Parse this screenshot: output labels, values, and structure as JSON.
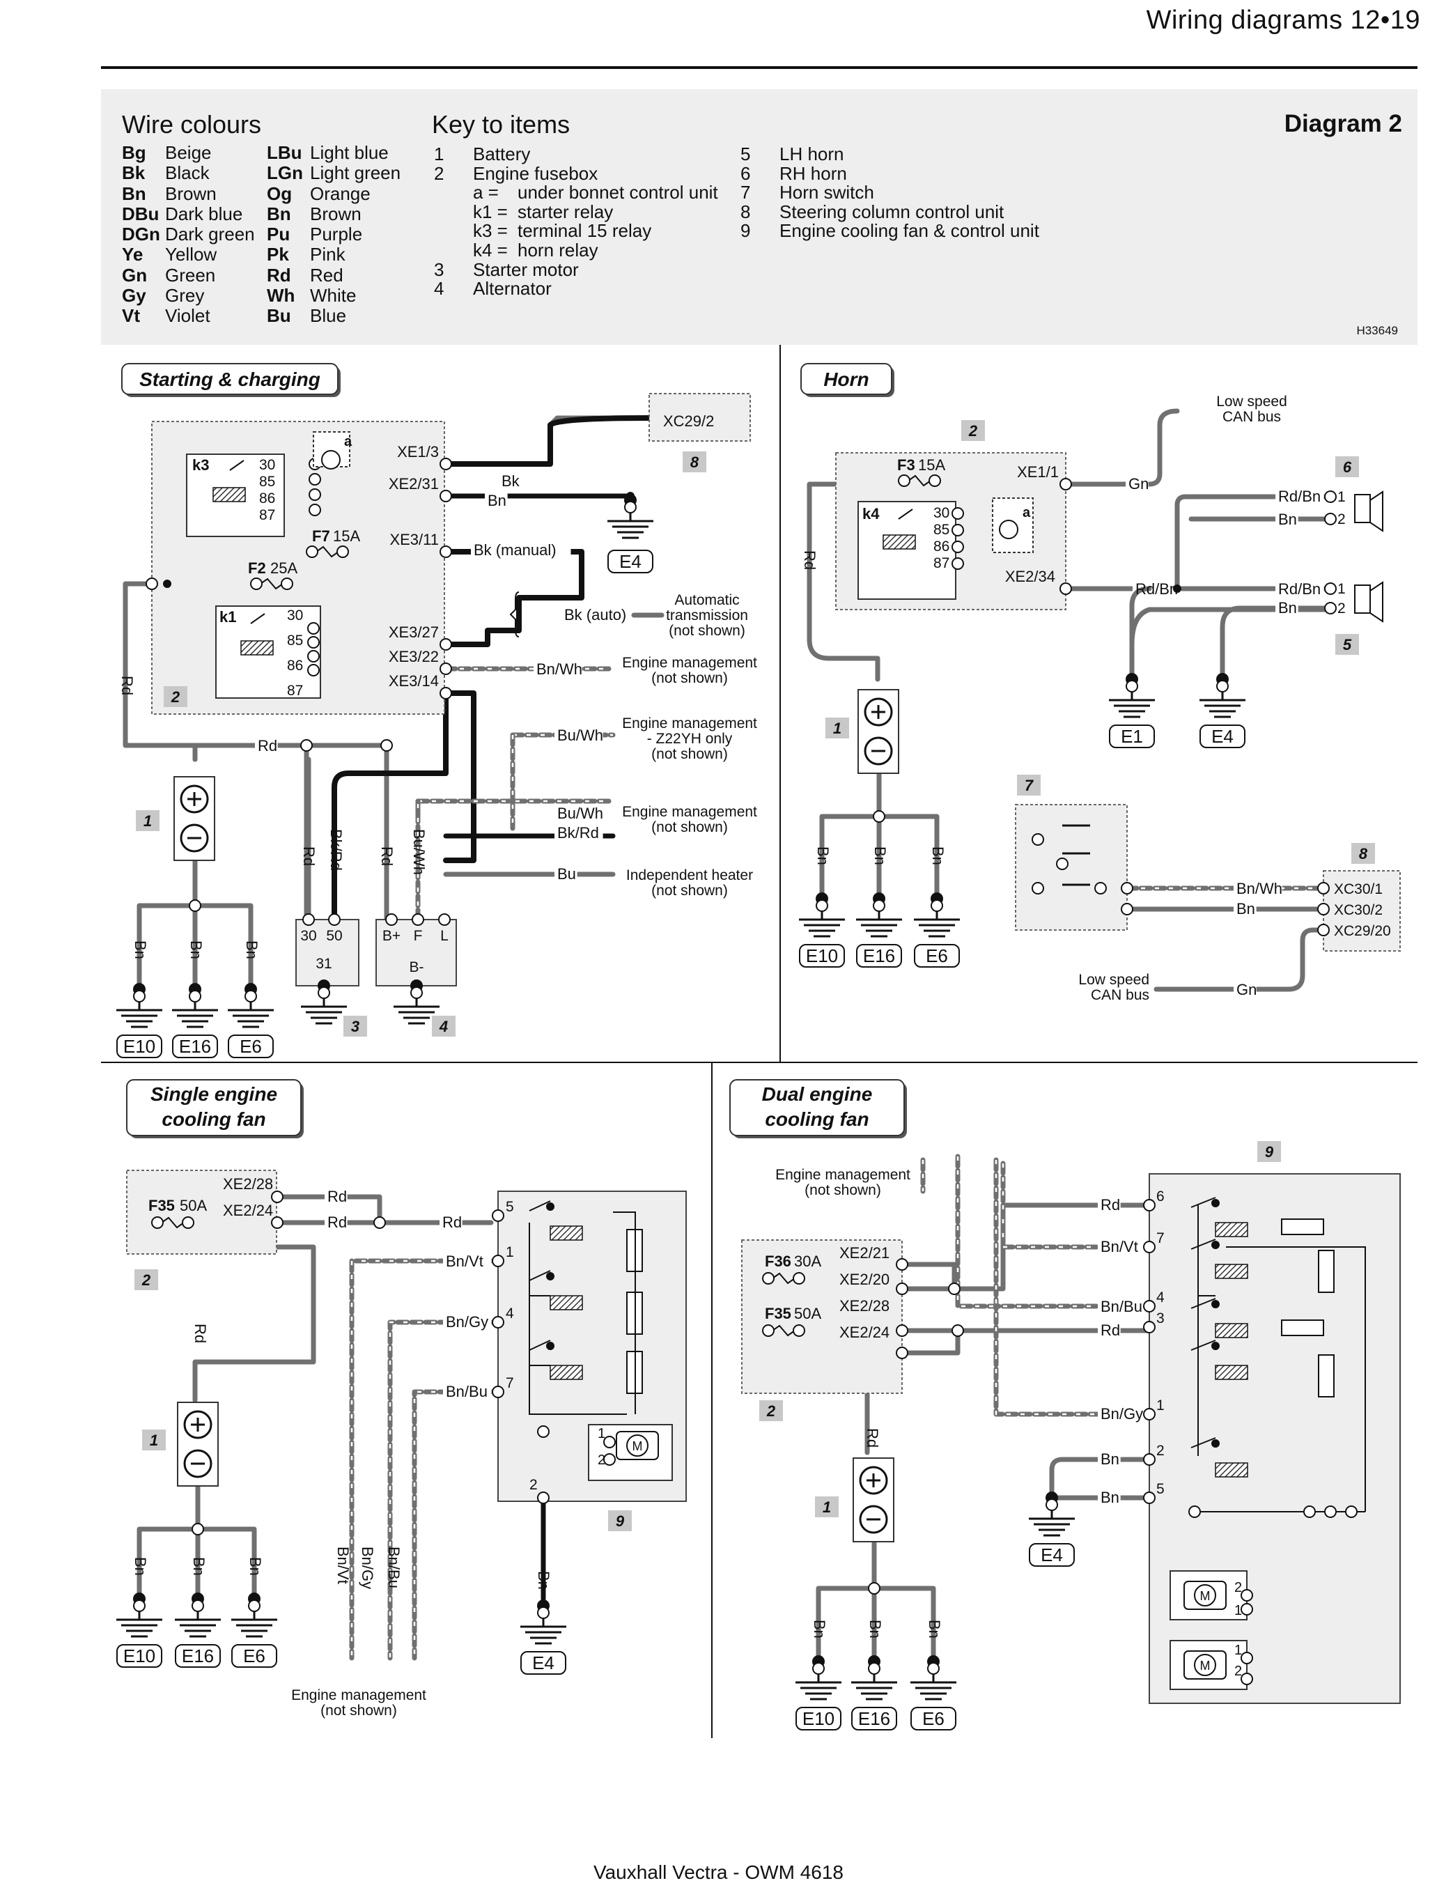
{
  "header": {
    "title": "Wiring diagrams  12•19"
  },
  "key_box": {
    "wire_colours_heading": "Wire colours",
    "key_heading": "Key to items",
    "diagram_label": "Diagram 2",
    "ref_code": "H33649",
    "wire_colours_col1": [
      {
        "code": "Bg",
        "name": "Beige"
      },
      {
        "code": "Bk",
        "name": "Black"
      },
      {
        "code": "Bn",
        "name": "Brown"
      },
      {
        "code": "DBu",
        "name": "Dark blue"
      },
      {
        "code": "DGn",
        "name": "Dark green"
      },
      {
        "code": "Ye",
        "name": "Yellow"
      },
      {
        "code": "Gn",
        "name": "Green"
      },
      {
        "code": "Gy",
        "name": "Grey"
      },
      {
        "code": "Vt",
        "name": "Violet"
      }
    ],
    "wire_colours_col2": [
      {
        "code": "LBu",
        "name": "Light blue"
      },
      {
        "code": "LGn",
        "name": "Light green"
      },
      {
        "code": "Og",
        "name": "Orange"
      },
      {
        "code": "Bn",
        "name": "Brown"
      },
      {
        "code": "Pu",
        "name": "Purple"
      },
      {
        "code": "Pk",
        "name": "Pink"
      },
      {
        "code": "Rd",
        "name": "Red"
      },
      {
        "code": "Wh",
        "name": "White"
      },
      {
        "code": "Bu",
        "name": "Blue"
      }
    ],
    "items_col1": [
      {
        "n": "1",
        "sub": "",
        "text": "Battery"
      },
      {
        "n": "2",
        "sub": "",
        "text": "Engine fusebox"
      },
      {
        "n": "",
        "sub": "a  =",
        "text": "under bonnet control unit"
      },
      {
        "n": "",
        "sub": "k1 =",
        "text": "starter relay"
      },
      {
        "n": "",
        "sub": "k3 =",
        "text": "terminal 15 relay"
      },
      {
        "n": "",
        "sub": "k4 =",
        "text": "horn relay"
      },
      {
        "n": "3",
        "sub": "",
        "text": "Starter motor"
      },
      {
        "n": "4",
        "sub": "",
        "text": "Alternator"
      }
    ],
    "items_col2": [
      {
        "n": "5",
        "text": "LH horn"
      },
      {
        "n": "6",
        "text": "RH horn"
      },
      {
        "n": "7",
        "text": "Horn switch"
      },
      {
        "n": "8",
        "text": "Steering column control unit"
      },
      {
        "n": "9",
        "text": "Engine cooling fan & control unit"
      }
    ]
  },
  "panels": {
    "starting": {
      "title": "Starting & charging",
      "relay_k3": "k3",
      "relay_k1": "k1",
      "pins_k3": [
        "30",
        "85",
        "86",
        "87"
      ],
      "pins_k1": [
        "30",
        "85",
        "86",
        "87"
      ],
      "unit_a": "a",
      "fuse_f7": "F7",
      "fuse_f7_rating": "15A",
      "fuse_f2": "F2",
      "fuse_f2_rating": "25A",
      "connectors": [
        "XE1/3",
        "XE2/31",
        "XE3/11",
        "XE3/27",
        "XE3/22",
        "XE3/14"
      ],
      "xc": "XC29/2",
      "wire_bk": "Bk",
      "wire_bn": "Bn",
      "wire_bk_manual": "Bk (manual)",
      "wire_bk_auto": "Bk (auto)",
      "wire_bnwh": "Bn/Wh",
      "wire_buwh": "Bu/Wh",
      "wire_buwh2": "Bu/Wh",
      "wire_bkrd": "Bk/Rd",
      "wire_bu": "Bu",
      "wire_rd": "Rd",
      "note_auto": [
        "Automatic",
        "transmission",
        "(not shown)"
      ],
      "note_em1": [
        "Engine management",
        "(not shown)"
      ],
      "note_em2": [
        "Engine management",
        "- Z22YH only",
        "(not shown)"
      ],
      "note_em3": [
        "Engine management",
        "(not shown)"
      ],
      "note_heater": [
        "Independent heater",
        "(not shown)"
      ],
      "vert_labels": [
        "Rd",
        "Rd",
        "Bk/Rd",
        "Rd",
        "Bu/Wh",
        "Bn",
        "Bn",
        "Bn"
      ],
      "starter_terms": [
        "30",
        "50",
        "31"
      ],
      "alt_terms": [
        "B+",
        "F",
        "L",
        "B-"
      ],
      "grounds": [
        "E10",
        "E16",
        "E6",
        "E4"
      ],
      "item_labels": [
        "2",
        "1",
        "3",
        "4",
        "8"
      ]
    },
    "horn": {
      "title": "Horn",
      "relay_k4": "k4",
      "pins_k4": [
        "30",
        "85",
        "86",
        "87"
      ],
      "fuse_f3": "F3",
      "fuse_f3_rating": "15A",
      "connectors": [
        "XE1/1",
        "XE2/34"
      ],
      "wire_gn": "Gn",
      "wire_rdbn": "Rd/Bn",
      "wire_bn": "Bn",
      "wire_bnwh": "Bn/Wh",
      "can1": [
        "Low speed",
        "CAN bus"
      ],
      "can2": [
        "Low speed",
        "CAN bus"
      ],
      "xc": [
        "XC30/1",
        "XC30/2",
        "XC29/20"
      ],
      "horn_pins": [
        "1",
        "2"
      ],
      "vert_labels": [
        "Rd",
        "Bn",
        "Bn",
        "Bn"
      ],
      "grounds": [
        "E1",
        "E4",
        "E10",
        "E16",
        "E6"
      ],
      "item_labels": [
        "2",
        "6",
        "5",
        "1",
        "7",
        "8"
      ]
    },
    "single_fan": {
      "title": [
        "Single engine",
        "cooling fan"
      ],
      "fuse": "F35",
      "fuse_rating": "50A",
      "connectors": [
        "XE2/28",
        "XE2/24"
      ],
      "wires": [
        "Rd",
        "Rd",
        "Rd",
        "Bn/Vt",
        "Bn/Gy",
        "Bn/Bu"
      ],
      "pins": [
        "5",
        "1",
        "4",
        "7",
        "2",
        "1",
        "2"
      ],
      "vert_labels": [
        "Rd",
        "Bn",
        "Bn",
        "Bn",
        "Bn/Vt",
        "Bn/Gy",
        "Bn/Bu",
        "Bn"
      ],
      "note_em": [
        "Engine management",
        "(not shown)"
      ],
      "motor": "M",
      "grounds": [
        "E10",
        "E16",
        "E6",
        "E4"
      ],
      "item_labels": [
        "2",
        "1",
        "9"
      ]
    },
    "dual_fan": {
      "title": [
        "Dual engine",
        "cooling fan"
      ],
      "fuse_f36": "F36",
      "fuse_f36_rating": "30A",
      "fuse_f35": "F35",
      "fuse_f35_rating": "50A",
      "connectors": [
        "XE2/21",
        "XE2/20",
        "XE2/28",
        "XE2/24"
      ],
      "wires": [
        "Rd",
        "Bn/Vt",
        "Bn/Bu",
        "Rd",
        "Bn/Gy",
        "Bn",
        "Bn"
      ],
      "pins": [
        "6",
        "7",
        "4",
        "3",
        "1",
        "2",
        "5",
        "2",
        "1",
        "1",
        "2"
      ],
      "vert_labels": [
        "Rd",
        "Bn",
        "Bn",
        "Bn"
      ],
      "note_em": [
        "Engine management",
        "(not shown)"
      ],
      "motor": "M",
      "grounds": [
        "E4",
        "E10",
        "E16",
        "E6"
      ],
      "item_labels": [
        "9",
        "2",
        "1"
      ]
    }
  },
  "footer": {
    "text": "Vauxhall Vectra - OWM 4618"
  },
  "colors": {
    "wire": "#707070",
    "wire_dark": "#111111",
    "box_fill": "#eeeeee",
    "badge": "#c8c8c8"
  }
}
